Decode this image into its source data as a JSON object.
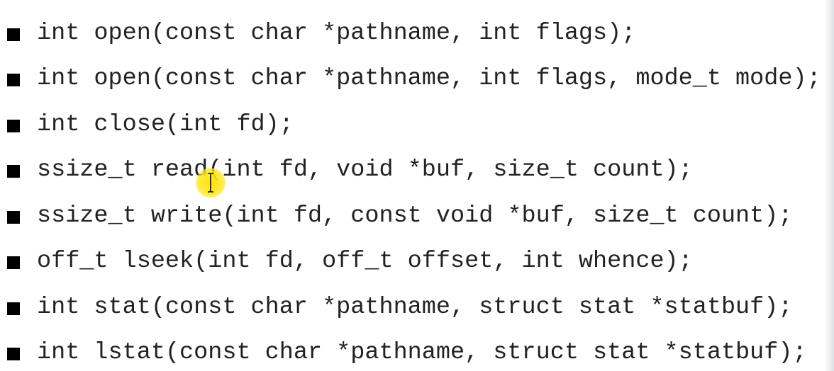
{
  "functions": [
    {
      "signature": "int open(const char *pathname, int flags);"
    },
    {
      "signature": "int open(const char *pathname, int flags, mode_t mode);"
    },
    {
      "signature": "int close(int fd);"
    },
    {
      "signature": "ssize_t read(int fd, void *buf, size_t count);"
    },
    {
      "signature": "ssize_t write(int fd, const void *buf, size_t count);"
    },
    {
      "signature": "off_t lseek(int fd, off_t offset, int whence);"
    },
    {
      "signature": "int stat(const char *pathname, struct stat *statbuf);"
    },
    {
      "signature": "int lstat(const char *pathname, struct stat *statbuf);"
    }
  ],
  "colors": {
    "background": "#ffffff",
    "text": "#222222",
    "bullet": "#000000",
    "cursor_highlight": "#ffe200"
  },
  "icons": {
    "bullet": "square-bullet-icon",
    "cursor": "text-cursor-icon"
  }
}
